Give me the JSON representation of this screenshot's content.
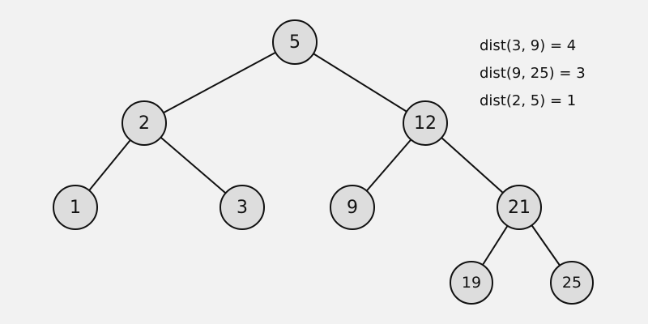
{
  "tree": {
    "nodes": [
      {
        "id": "n5",
        "label": "5"
      },
      {
        "id": "n2",
        "label": "2"
      },
      {
        "id": "n12",
        "label": "12"
      },
      {
        "id": "n1",
        "label": "1"
      },
      {
        "id": "n3",
        "label": "3"
      },
      {
        "id": "n9",
        "label": "9"
      },
      {
        "id": "n21",
        "label": "21"
      },
      {
        "id": "n19",
        "label": "19"
      },
      {
        "id": "n25",
        "label": "25"
      }
    ],
    "edges": [
      [
        "5",
        "2"
      ],
      [
        "5",
        "12"
      ],
      [
        "2",
        "1"
      ],
      [
        "2",
        "3"
      ],
      [
        "12",
        "9"
      ],
      [
        "12",
        "21"
      ],
      [
        "21",
        "19"
      ],
      [
        "21",
        "25"
      ]
    ]
  },
  "distances": [
    "dist(3, 9) = 4",
    "dist(9, 25) = 3",
    "dist(2, 5) = 1"
  ],
  "colors": {
    "background": "#f2f2f2",
    "node_fill": "#dddddd",
    "stroke": "#111111"
  }
}
